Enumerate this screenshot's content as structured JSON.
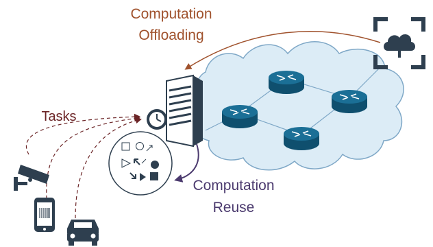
{
  "labels": {
    "offloading_line1": "Computation",
    "offloading_line2": "Offloading",
    "tasks": "Tasks",
    "reuse_line1": "Computation",
    "reuse_line2": "Reuse"
  },
  "colors": {
    "offloading": "#a0522d",
    "tasks": "#6b2426",
    "reuse": "#4b3a6e",
    "cloud_fill": "#dcecf6",
    "cloud_stroke": "#7fa8c7",
    "router": "#1b6f96",
    "router_dark": "#0f4f6e",
    "icon_dark": "#2e3f4f"
  },
  "icons": [
    "edge-server-icon",
    "clock-icon",
    "cloud-service-icon",
    "router-icon",
    "security-camera-icon",
    "smartphone-icon",
    "car-icon",
    "shapes-cluster-icon"
  ]
}
